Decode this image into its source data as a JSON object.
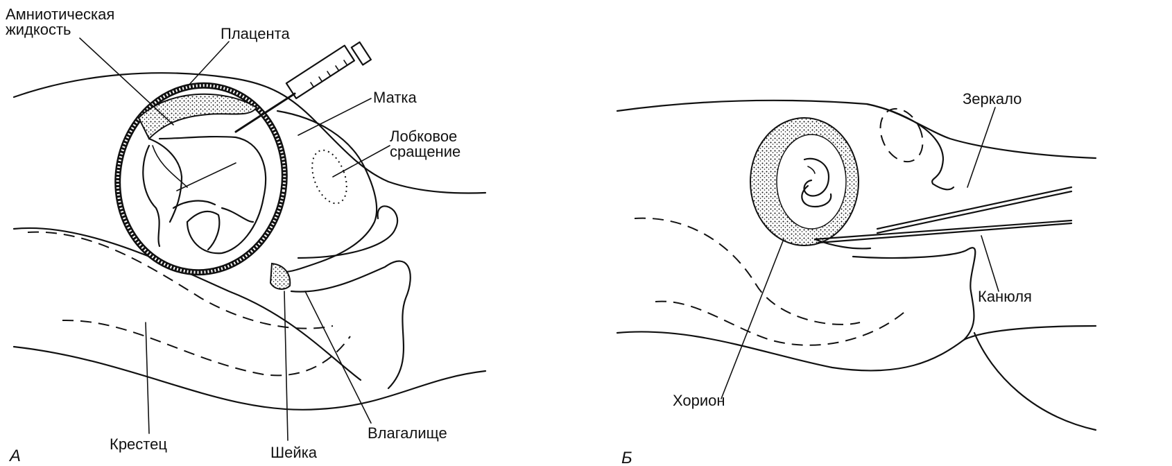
{
  "panel_a": {
    "letter": "А",
    "labels": {
      "amniotic_line1": "Амниотическая",
      "amniotic_line2": "жидкость",
      "placenta": "Плацента",
      "uterus": "Матка",
      "pubic_line1": "Лобковое",
      "pubic_line2": "сращение",
      "sacrum": "Крестец",
      "cervix": "Шейка",
      "vagina": "Влагалище"
    }
  },
  "panel_b": {
    "letter": "Б",
    "labels": {
      "speculum": "Зеркало",
      "cannula": "Канюля",
      "chorion": "Хорион"
    }
  }
}
